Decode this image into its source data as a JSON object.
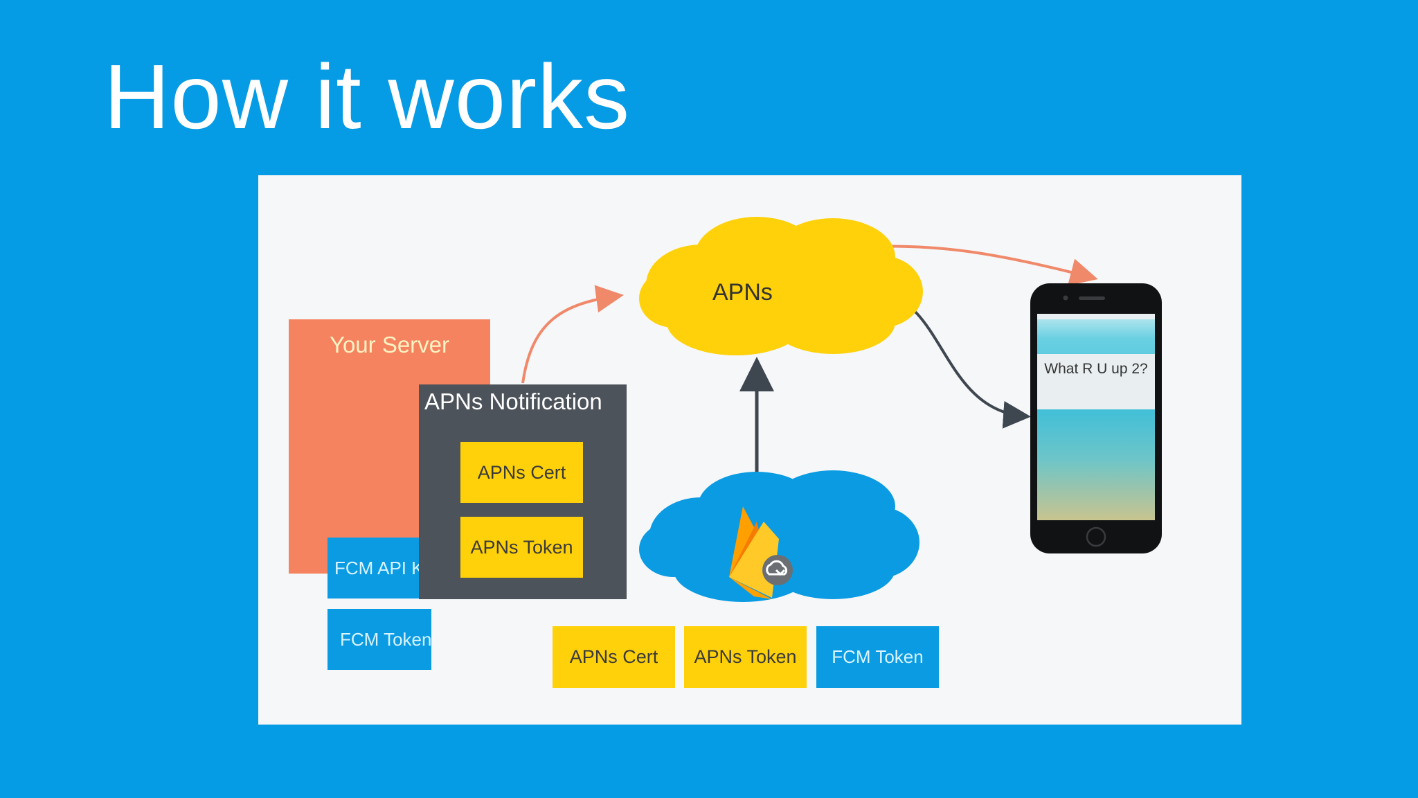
{
  "slide": {
    "title": "How it works"
  },
  "diagram": {
    "server": {
      "label": "Your Server",
      "fcm_api_key": "FCM API Key",
      "fcm_token": "FCM Token"
    },
    "notification": {
      "label": "APNs Notification",
      "cert": "APNs Cert",
      "token": "APNs Token"
    },
    "apns_cloud": {
      "label": "APNs"
    },
    "firebase_cloud": {
      "icon": "firebase-icon",
      "badge_icon": "cloud-sync-icon"
    },
    "phone": {
      "message": "What R U up 2?"
    },
    "firebase_store": {
      "cert": "APNs Cert",
      "token": "APNs Token",
      "fcm_token": "FCM Token"
    },
    "colors": {
      "background": "#069be5",
      "server": "#f5835f",
      "notification": "#4d535b",
      "yellow": "#ffd10a",
      "blue": "#0a9be2",
      "arrow_orange": "#f0896a",
      "arrow_dark": "#3e4650"
    }
  }
}
